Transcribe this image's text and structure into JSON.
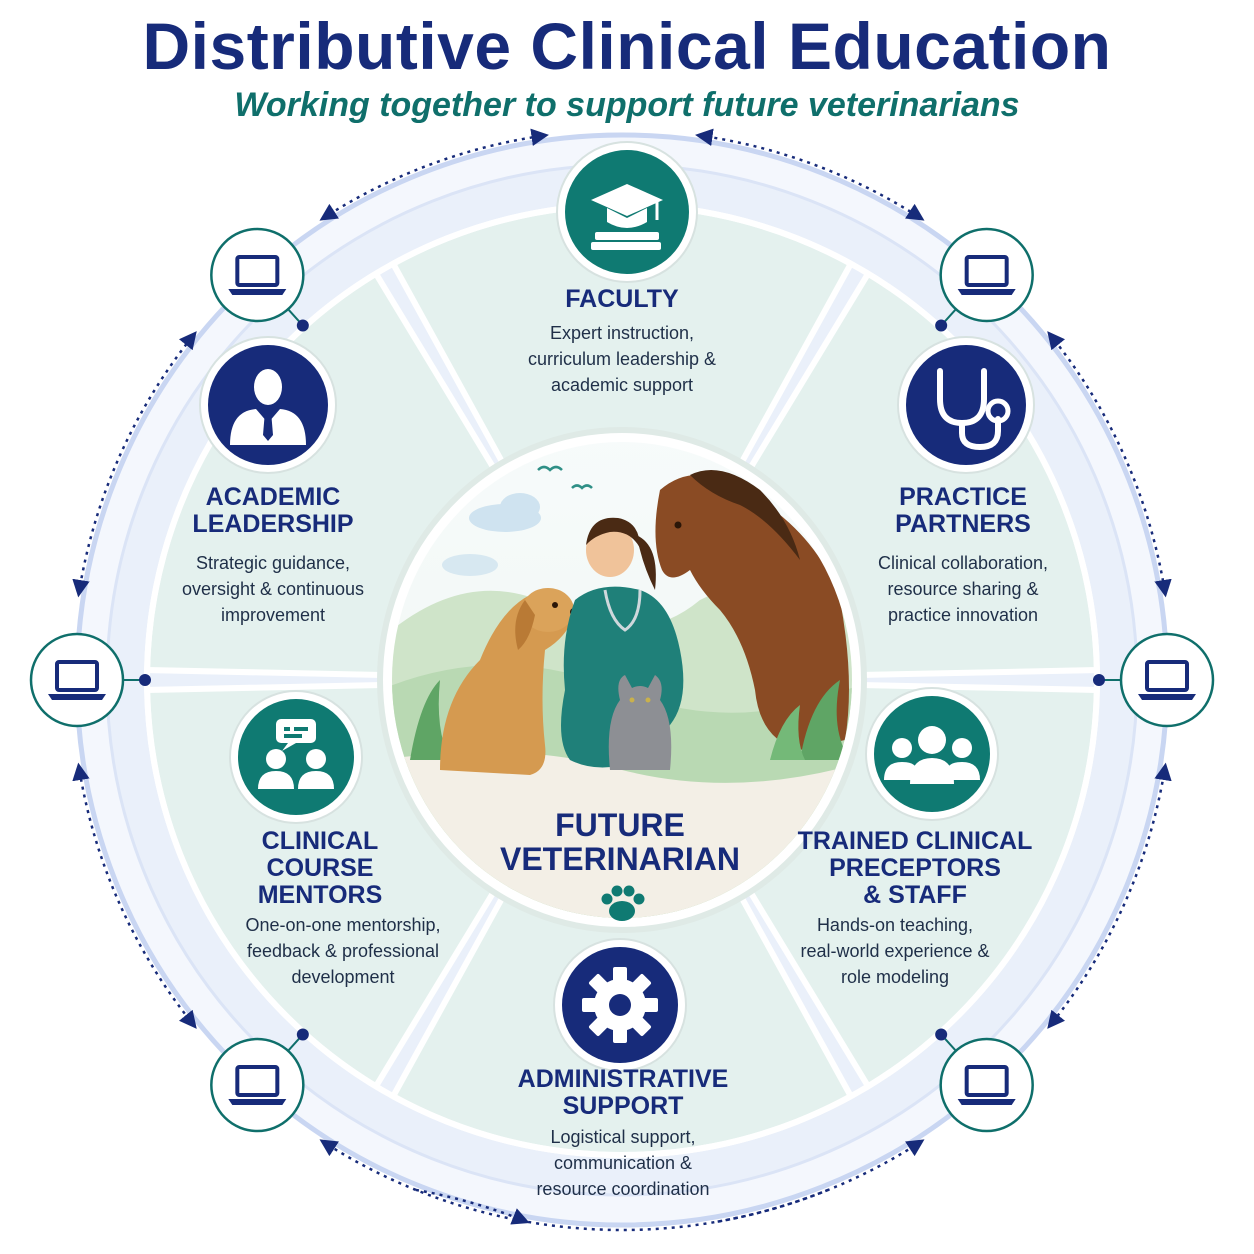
{
  "header": {
    "title": "Distributive Clinical Education",
    "subtitle": "Working together to support future veterinarians"
  },
  "center": {
    "label_line1": "FUTURE",
    "label_line2": "VETERINARIAN"
  },
  "segments": [
    {
      "id": "faculty",
      "title_line1": "FACULTY",
      "title_line2": "",
      "desc": [
        "Expert instruction,",
        "curriculum leadership &",
        "academic support"
      ],
      "icon": "graduation-cap-icon",
      "color": "#0f7a72"
    },
    {
      "id": "practice-partners",
      "title_line1": "PRACTICE",
      "title_line2": "PARTNERS",
      "desc": [
        "Clinical collaboration,",
        "resource sharing &",
        "practice innovation"
      ],
      "icon": "stethoscope-icon",
      "color": "#172b7a"
    },
    {
      "id": "preceptors",
      "title_line1": "TRAINED CLINICAL",
      "title_line2": "PRECEPTORS",
      "title_line3": "& STAFF",
      "desc": [
        "Hands-on teaching,",
        "real-world experience &",
        "role modeling"
      ],
      "icon": "group-icon",
      "color": "#0f7a72"
    },
    {
      "id": "admin",
      "title_line1": "ADMINISTRATIVE",
      "title_line2": "SUPPORT",
      "desc": [
        "Logistical support,",
        "communication &",
        "resource coordination"
      ],
      "icon": "gear-icon",
      "color": "#172b7a"
    },
    {
      "id": "mentors",
      "title_line1": "CLINICAL",
      "title_line2": "COURSE",
      "title_line3": "MENTORS",
      "desc": [
        "One-on-one mentorship,",
        "feedback & professional",
        "development"
      ],
      "icon": "mentor-chat-icon",
      "color": "#0f7a72"
    },
    {
      "id": "leadership",
      "title_line1": "ACADEMIC",
      "title_line2": "LEADERSHIP",
      "desc": [
        "Strategic guidance,",
        "oversight & continuous",
        "improvement"
      ],
      "icon": "leader-person-icon",
      "color": "#172b7a"
    }
  ],
  "nodes": {
    "icon": "laptop-icon",
    "count": 6
  },
  "colors": {
    "navy": "#172b7a",
    "teal": "#0f7a72",
    "ring": "#c9d6f2",
    "segment_fill": "#e6f2ef"
  }
}
